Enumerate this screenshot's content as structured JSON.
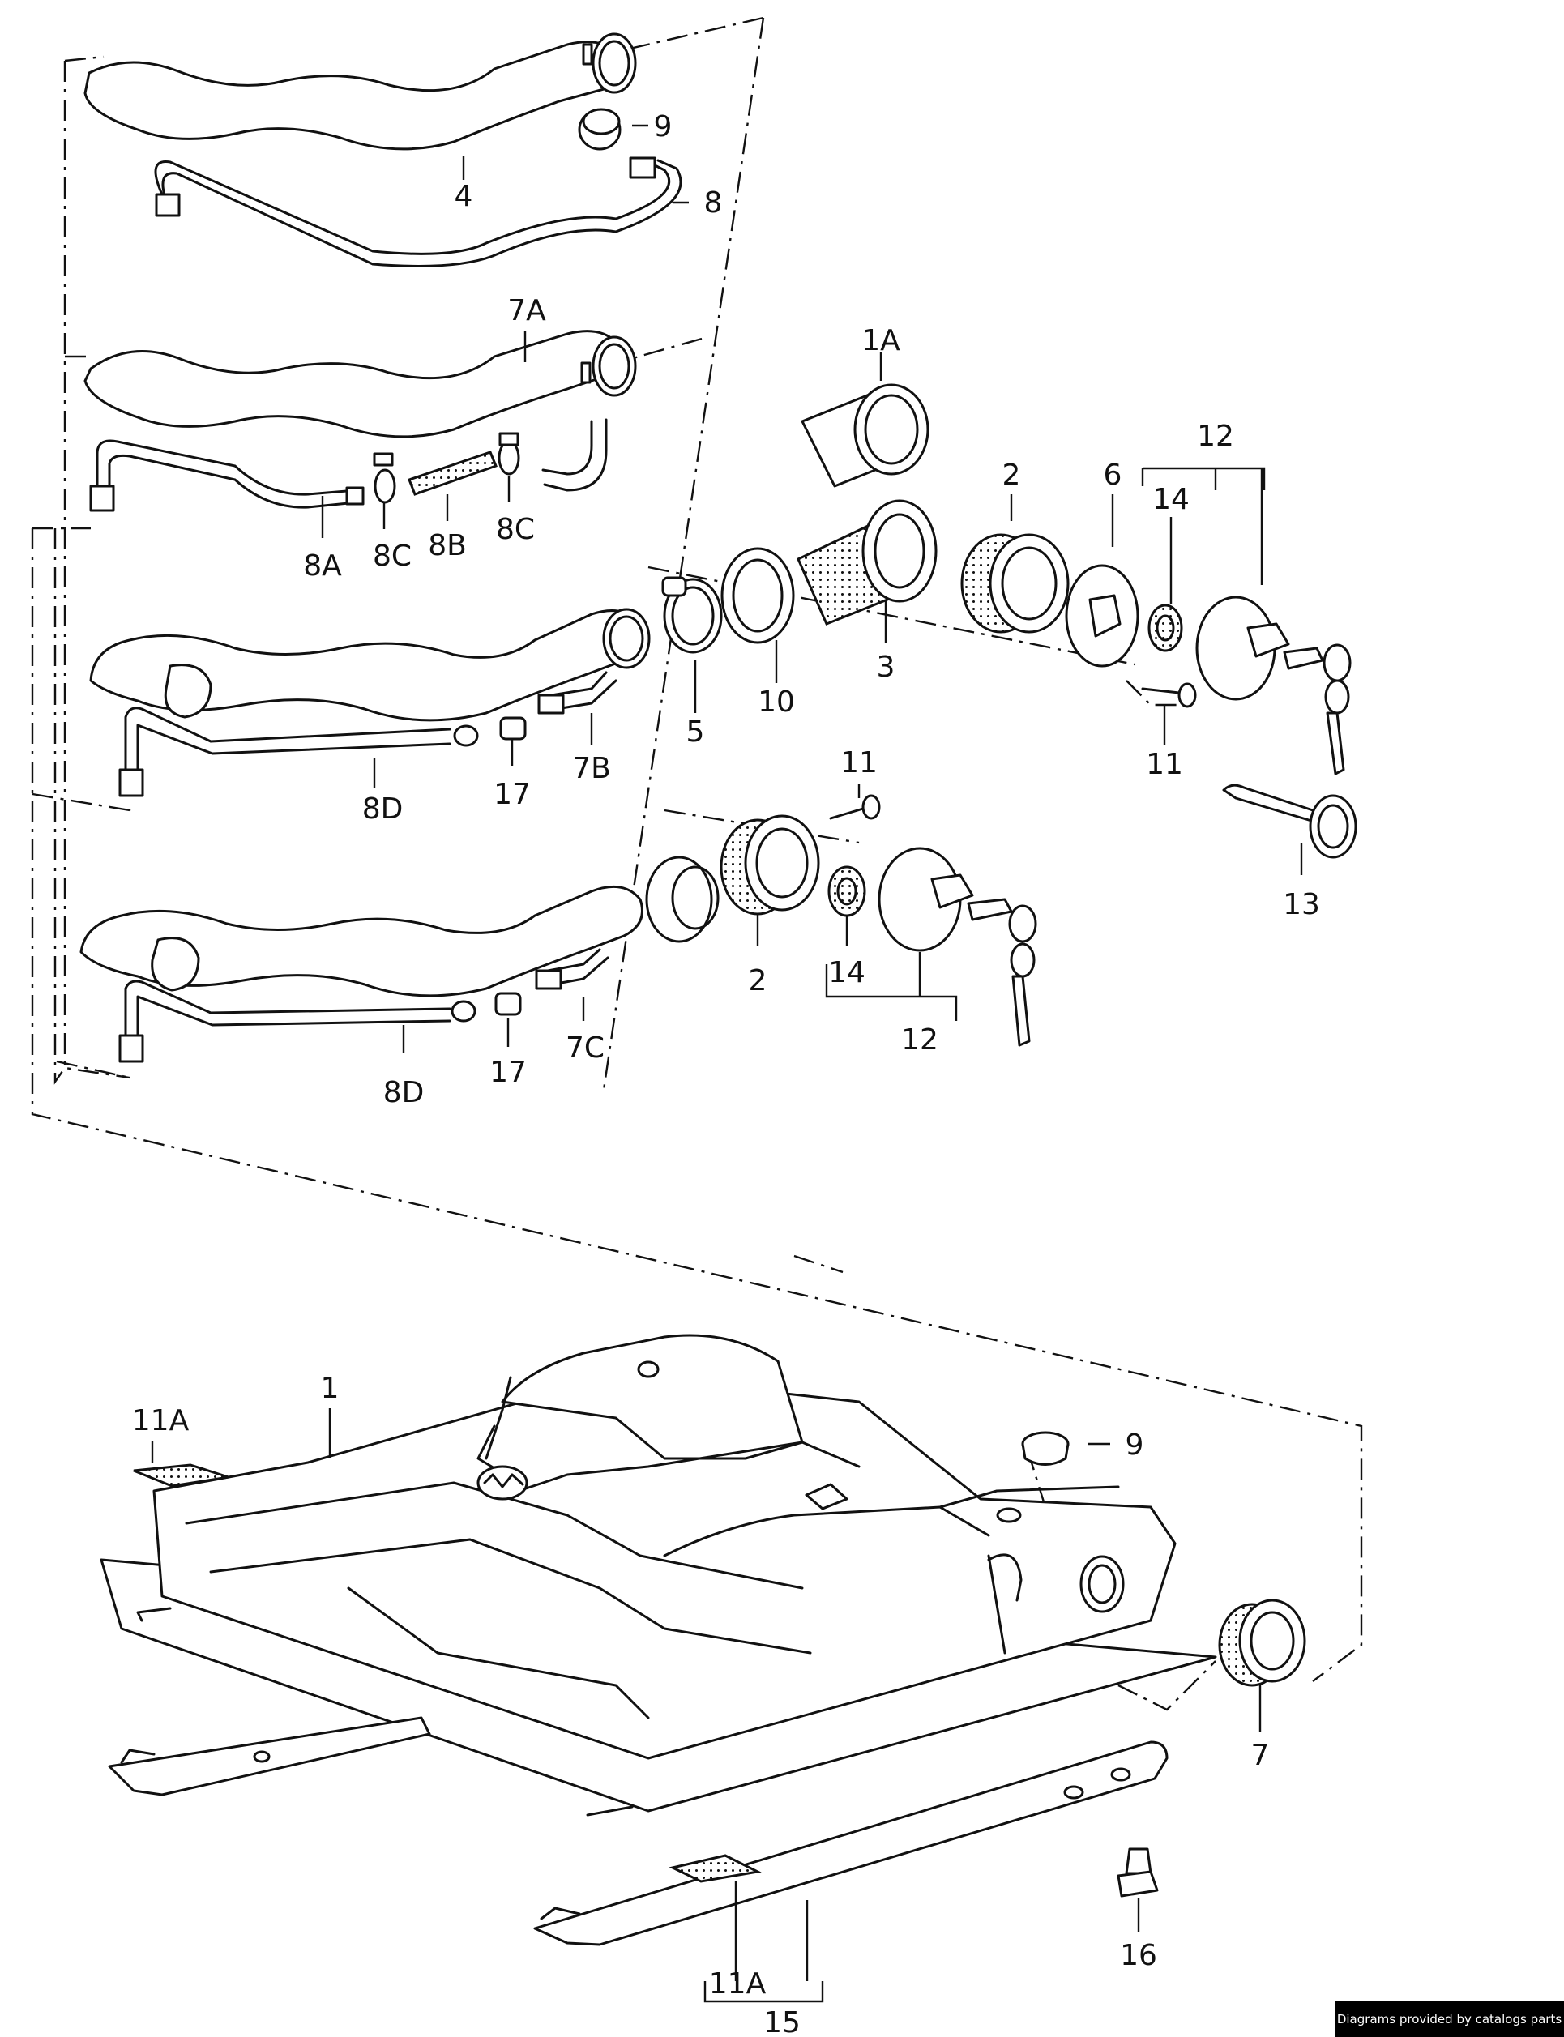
{
  "colors": {
    "ink": "#111111",
    "paper": "#ffffff",
    "credit_bg": "#000000",
    "credit_text": "#ffffff"
  },
  "labels": {
    "n4": "4",
    "n9a": "9",
    "n8": "8",
    "n7A": "7A",
    "n8A": "8A",
    "n8C_1": "8C",
    "n8B": "8B",
    "n8C_2": "8C",
    "n1A": "1A",
    "n2a": "2",
    "n6": "6",
    "n12a": "12",
    "n14a": "14",
    "n5": "5",
    "n10": "10",
    "n3": "3",
    "n11a": "11",
    "n7B": "7B",
    "n8Da": "8D",
    "n17a": "17",
    "n11b": "11",
    "n13": "13",
    "n2b": "2",
    "n14b": "14",
    "n12b": "12",
    "n8Db": "8D",
    "n17b": "17",
    "n7C": "7C",
    "n11Aa": "11A",
    "n1": "1",
    "n9b": "9",
    "n7": "7",
    "n16": "16",
    "n11Ab": "11A",
    "n15": "15"
  },
  "credit": "Diagrams provided by catalogs parts"
}
